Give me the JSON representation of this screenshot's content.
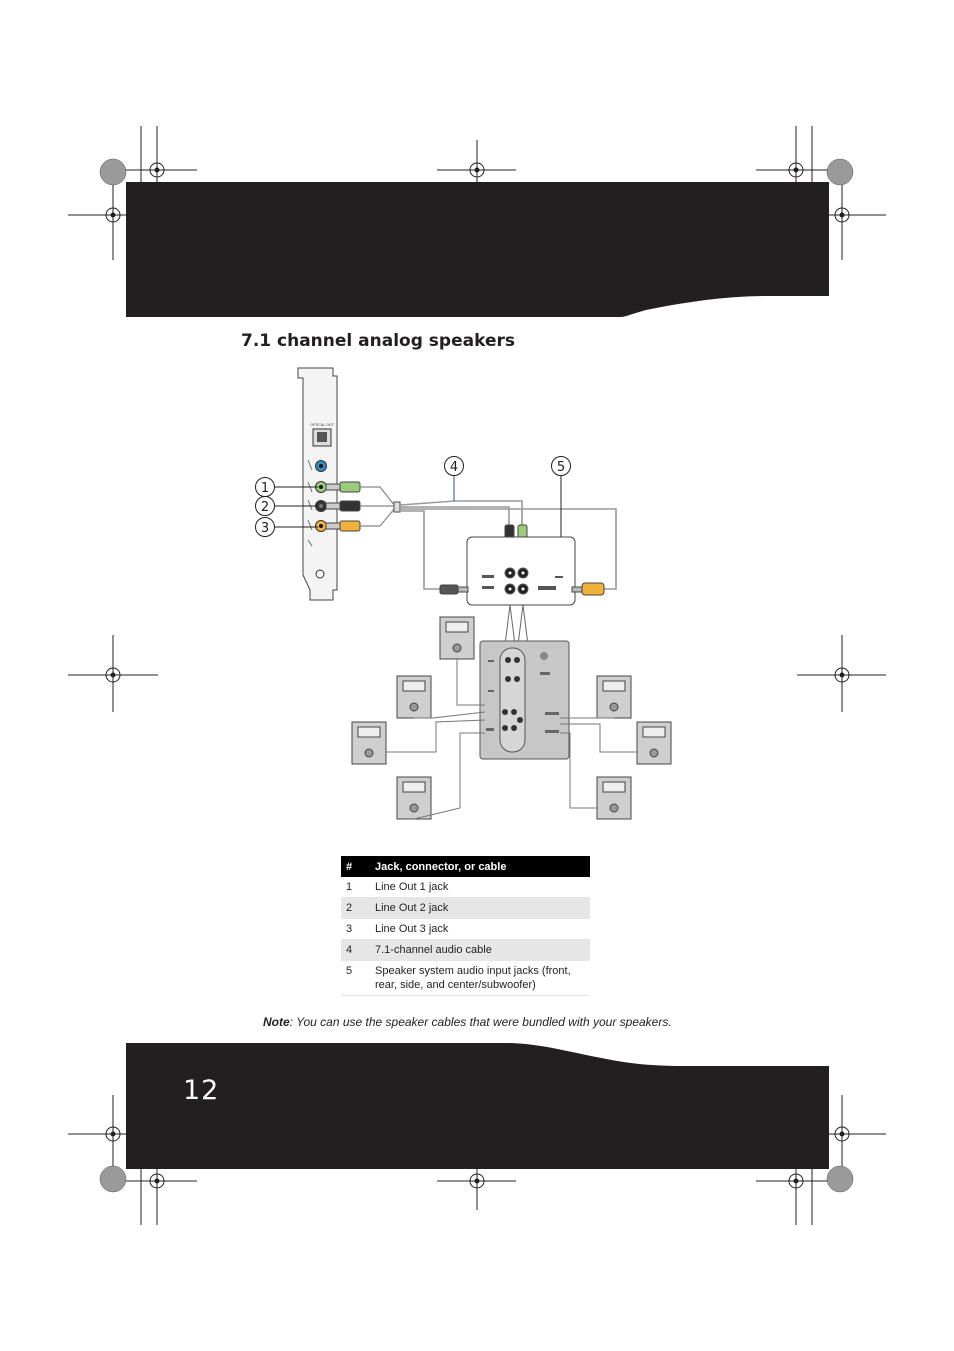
{
  "section": {
    "title": "7.1 channel analog speakers"
  },
  "diagram": {
    "card_label": "OPTICAL OUT",
    "callouts": [
      "1",
      "2",
      "3",
      "4",
      "5"
    ]
  },
  "table": {
    "headers": [
      "#",
      "Jack, connector, or cable"
    ],
    "rows": [
      {
        "num": "1",
        "desc": "Line Out 1 jack"
      },
      {
        "num": "2",
        "desc": "Line Out 2 jack"
      },
      {
        "num": "3",
        "desc": "Line Out 3 jack"
      },
      {
        "num": "4",
        "desc": "7.1-channel audio cable"
      },
      {
        "num": "5",
        "desc": "Speaker system audio input jacks (front, rear, side, and center/subwoofer)"
      }
    ]
  },
  "note": {
    "label": "Note",
    "text": ": You can use the speaker cables that were bundled with your speakers."
  },
  "footer": {
    "page_number": "12"
  },
  "colors": {
    "bar": "#231f20",
    "jack_green": "#9acd7a",
    "jack_black": "#333333",
    "jack_orange": "#f0b23a",
    "jack_blue": "#2e8fbf"
  }
}
